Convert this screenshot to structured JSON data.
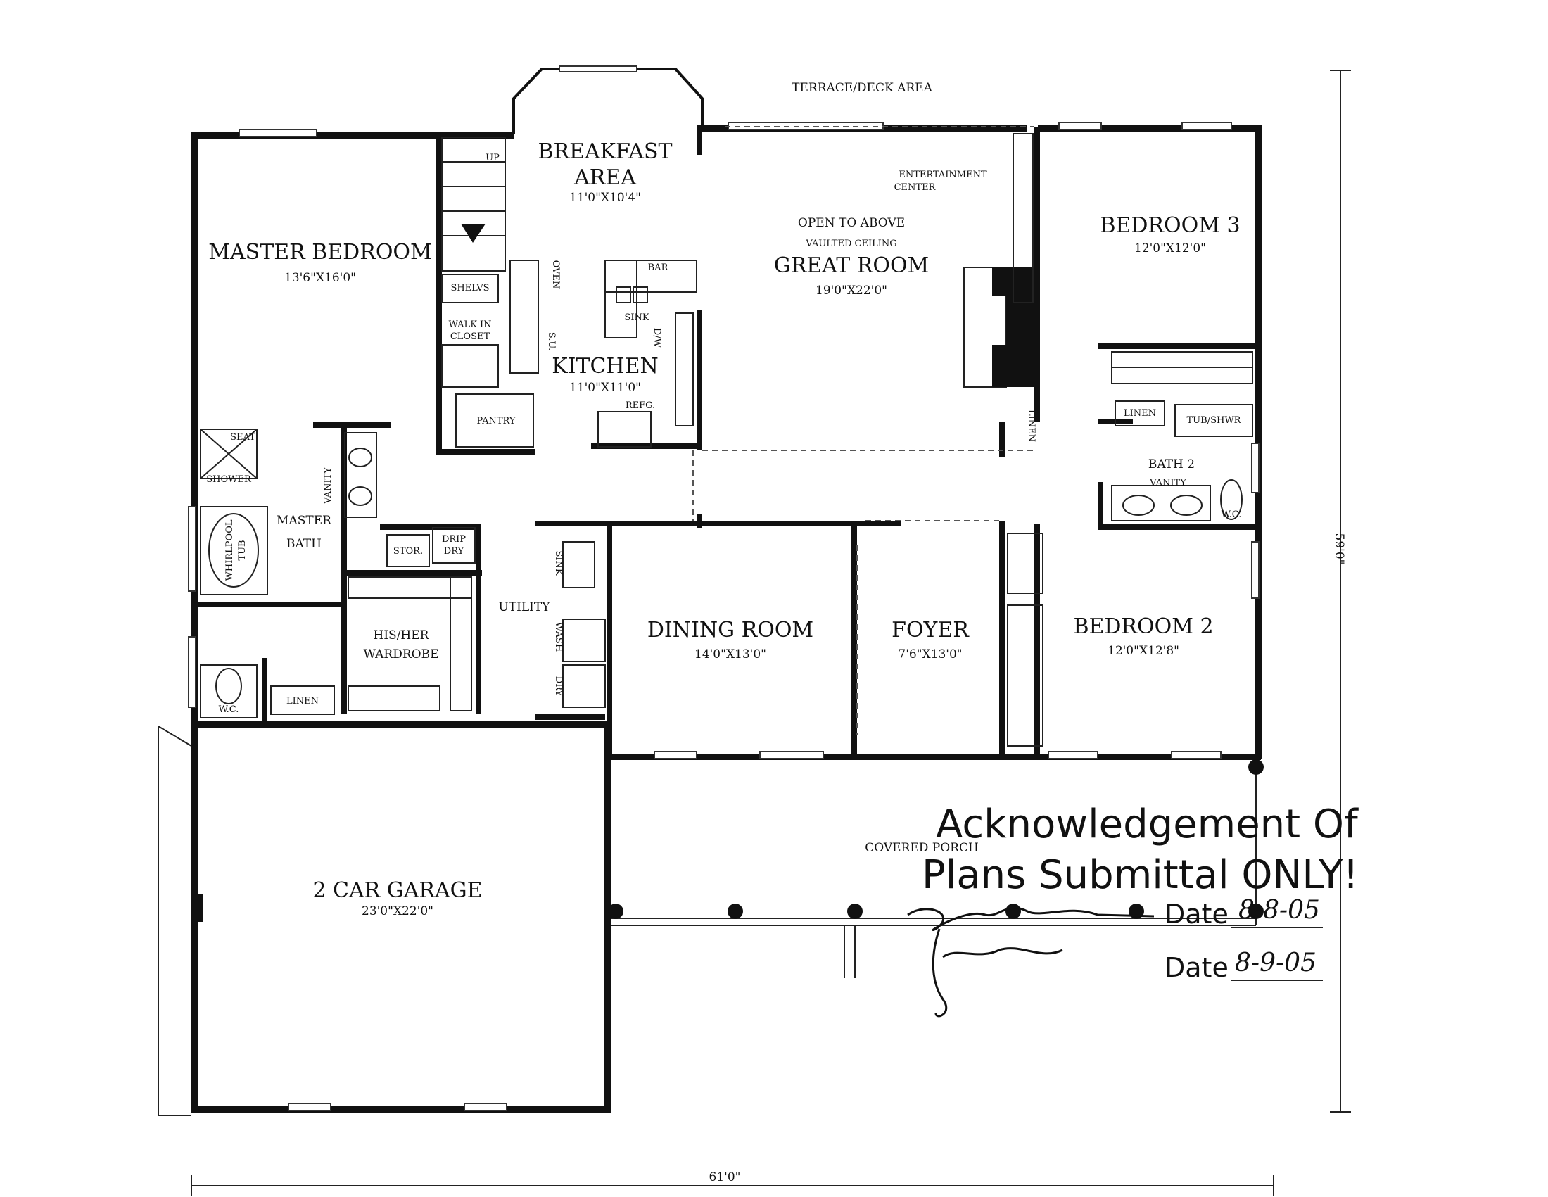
{
  "plan": {
    "terrace_label": "TERRACE/DECK AREA",
    "overall_width": "61'0\"",
    "overall_depth": "59'0\"",
    "covered_porch": "COVERED PORCH"
  },
  "rooms": {
    "master_bedroom": {
      "name": "MASTER BEDROOM",
      "dim": "13'6\"X16'0\""
    },
    "breakfast": {
      "name_1": "BREAKFAST",
      "name_2": "AREA",
      "dim": "11'0\"X10'4\""
    },
    "kitchen": {
      "name": "KITCHEN",
      "dim": "11'0\"X11'0\""
    },
    "great_room": {
      "note_1": "OPEN TO ABOVE",
      "note_2": "VAULTED CEILING",
      "name": "GREAT ROOM",
      "dim": "19'0\"X22'0\""
    },
    "bedroom_3": {
      "name": "BEDROOM 3",
      "dim": "12'0\"X12'0\""
    },
    "bath_2": {
      "name": "BATH 2",
      "vanity": "VANITY"
    },
    "master_bath": {
      "name_1": "MASTER",
      "name_2": "BATH",
      "vanity": "VANITY"
    },
    "dining_room": {
      "name": "DINING ROOM",
      "dim": "14'0\"X13'0\""
    },
    "foyer": {
      "name": "FOYER",
      "dim": "7'6\"X13'0\""
    },
    "bedroom_2": {
      "name": "BEDROOM 2",
      "dim": "12'0\"X12'8\""
    },
    "utility": {
      "name": "UTILITY"
    },
    "wardrobe": {
      "name_1": "HIS/HER",
      "name_2": "WARDROBE"
    },
    "garage": {
      "name": "2 CAR GARAGE",
      "dim": "23'0\"X22'0\""
    }
  },
  "fixtures": {
    "up": "UP",
    "shelves": "SHELVS",
    "walk_in_1": "WALK IN",
    "walk_in_2": "CLOSET",
    "pantry": "PANTRY",
    "oven": "OVEN",
    "su": "S.U.",
    "bar": "BAR",
    "sink": "SINK",
    "dw": "D/W",
    "refg": "REFG.",
    "ent_1": "ENTERTAINMENT",
    "ent_2": "CENTER",
    "linen": "LINEN",
    "tub_shwr": "TUB/SHWR",
    "wc": "W.C.",
    "seat": "SEAT",
    "shower": "SHOWER",
    "whirlpool_1": "WHIRLPOOL",
    "whirlpool_2": "TUB",
    "stor": "STOR.",
    "drip_1": "DRIP",
    "drip_2": "DRY",
    "wash": "WASH",
    "dry": "DRY"
  },
  "stamp": {
    "line_1": "Acknowledgement Of",
    "line_2": "Plans Submittal ONLY!",
    "date_label_1": "Date",
    "date_value_1": "8-8-05",
    "date_label_2": "Date",
    "date_value_2": "8-9-05"
  }
}
